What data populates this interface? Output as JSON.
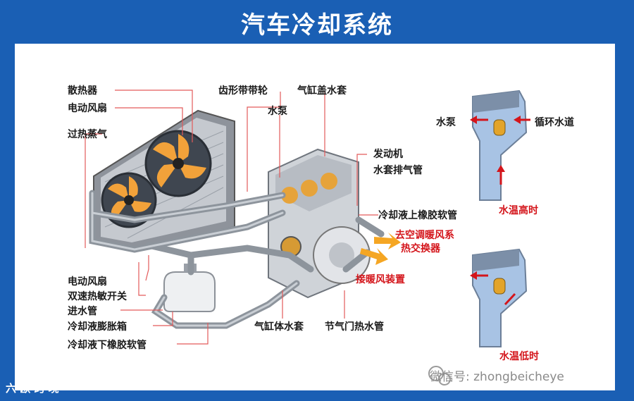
{
  "title": "汽车冷却系统",
  "labels": {
    "radiator": "散热器",
    "electric_fan": "电动风扇",
    "overheat_steam": "过热蒸气",
    "timing_belt_wheel": "齿形带带轮",
    "water_pump": "水泵",
    "head_water_jacket": "气缸盖水套",
    "engine_jacket_vent_pipe_1": "发动机",
    "engine_jacket_vent_pipe_2": "水套排气管",
    "coolant_upper_hose": "冷却液上橡胶软管",
    "to_ac_heater_1": "去空调暖风系",
    "to_ac_heater_2": "热交换器",
    "to_heater_unit": "接暖风装置",
    "electric_fan_2": "电动风扇",
    "two_speed_thermo_switch": "双速热敏开关",
    "inlet_pipe": "进水管",
    "expansion_tank": "冷却液膨胀箱",
    "coolant_lower_hose": "冷却液下橡胶软管",
    "block_water_jacket": "气缸体水套",
    "throttle_heater_pipe": "节气门热水管",
    "inset_water_pump": "水泵",
    "inset_circulation_channel": "循环水道",
    "inset_temp_high": "水温高时",
    "inset_temp_low": "水温低时"
  },
  "watermark_left": "六 欧 跨 境",
  "watermark_right": "微信号: zhongbeicheye",
  "colors": {
    "frame": "#1a5fb4",
    "panel": "#ffffff",
    "callout_line": "#e35a5a",
    "emphasis_text": "#d4151b",
    "flow_arrow": "#d4151b",
    "hot_arrow": "#f5a623"
  }
}
